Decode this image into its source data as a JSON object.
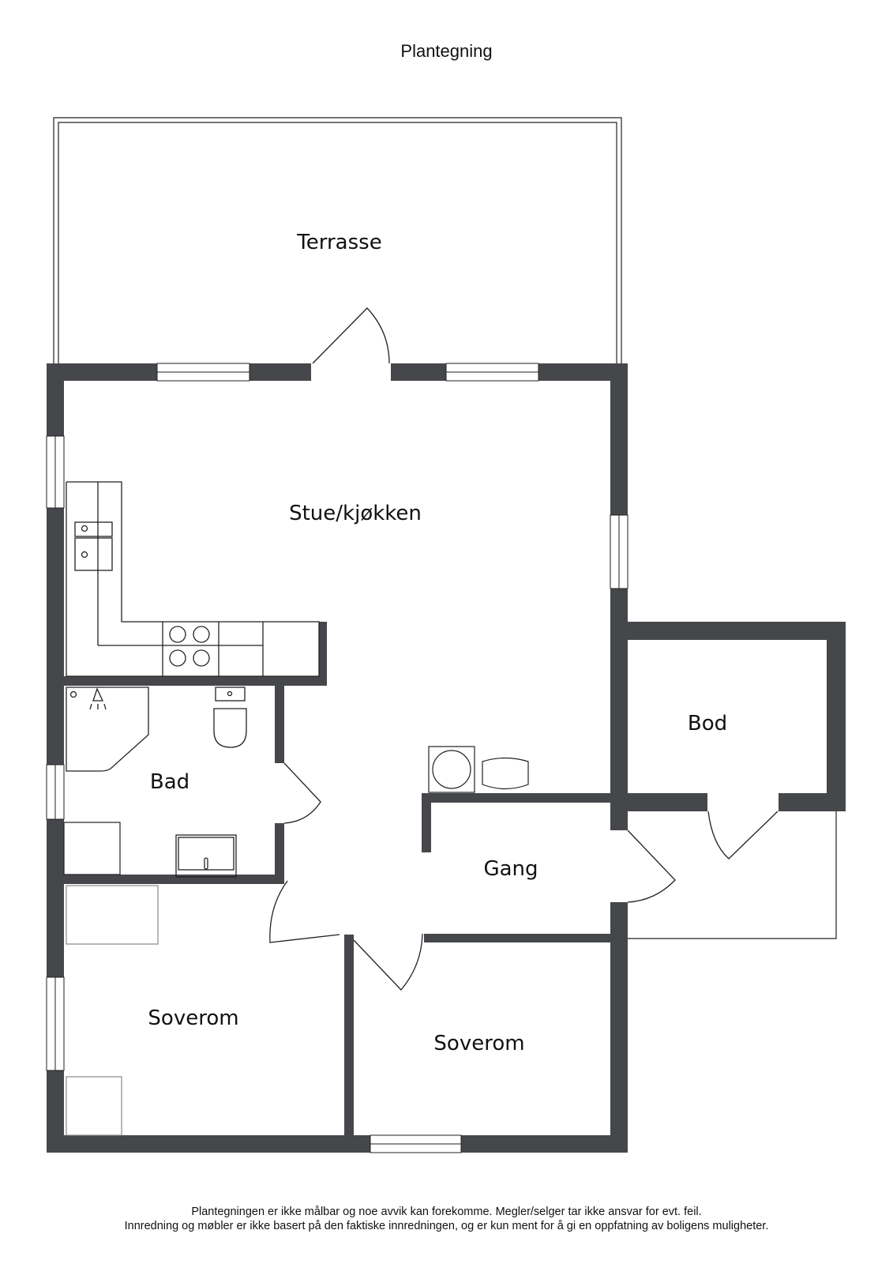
{
  "header": {
    "title": "Plantegning"
  },
  "colors": {
    "wall": "#45474b",
    "line": "#222222",
    "background": "#ffffff"
  },
  "rooms": {
    "terrasse": "Terrasse",
    "stue_kjokken": "Stue/kjøkken",
    "bad": "Bad",
    "bod": "Bod",
    "gang": "Gang",
    "soverom_1": "Soverom",
    "soverom_2": "Soverom"
  },
  "footer": {
    "line1": "Plantegningen er ikke målbar og noe avvik kan forekomme. Megler/selger tar ikke ansvar for evt. feil.",
    "line2": "Innredning og møbler er ikke basert på den faktiske innredningen, og er kun ment for å gi en oppfatning av boligens muligheter."
  }
}
